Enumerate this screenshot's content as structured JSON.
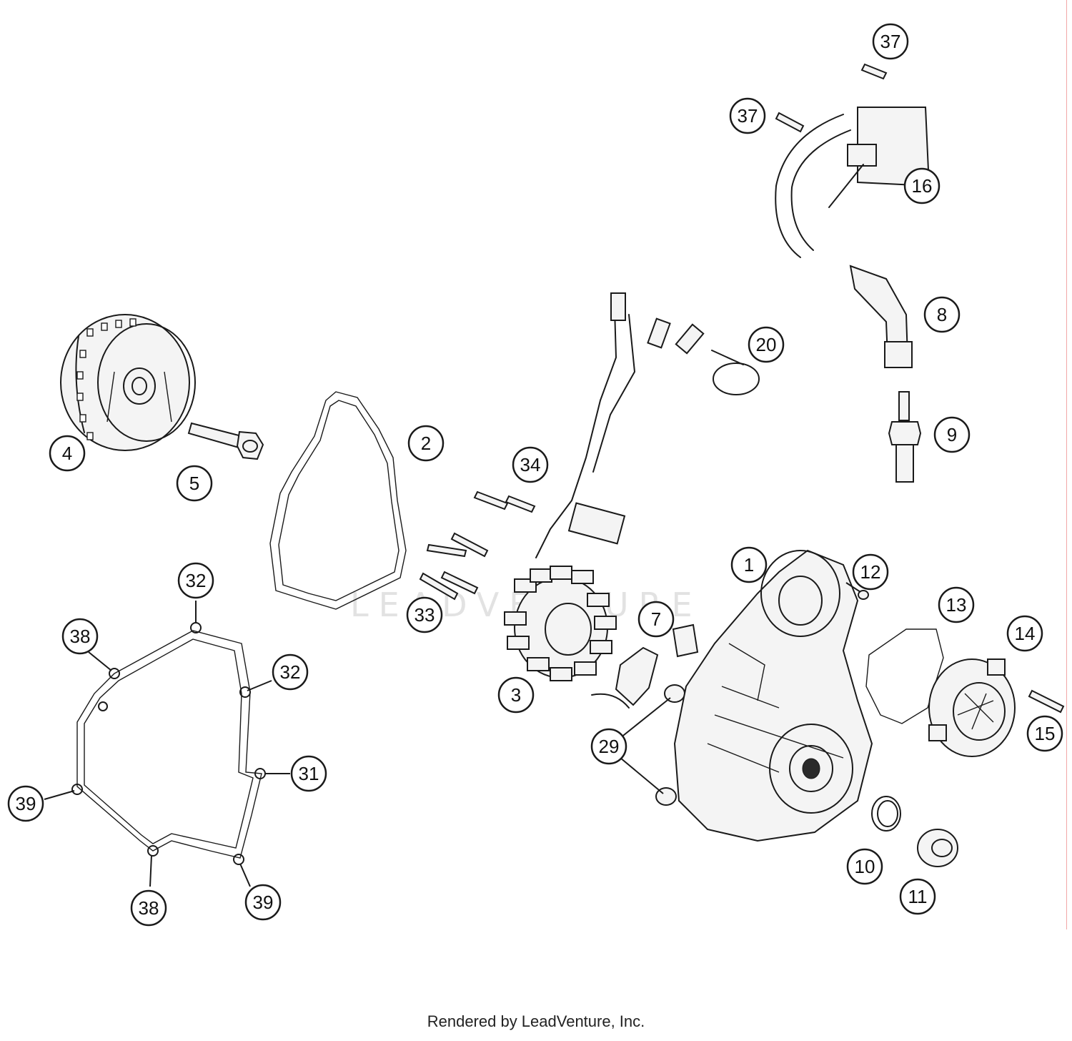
{
  "watermark": "LEADVENTURE",
  "footer": "Rendered by LeadVenture, Inc.",
  "callouts": [
    "37",
    "37",
    "16",
    "8",
    "20",
    "9",
    "4",
    "5",
    "2",
    "34",
    "33",
    "3",
    "32",
    "38",
    "32",
    "31",
    "39",
    "38",
    "39",
    "7",
    "1",
    "12",
    "13",
    "14",
    "15",
    "29",
    "10",
    "11"
  ]
}
